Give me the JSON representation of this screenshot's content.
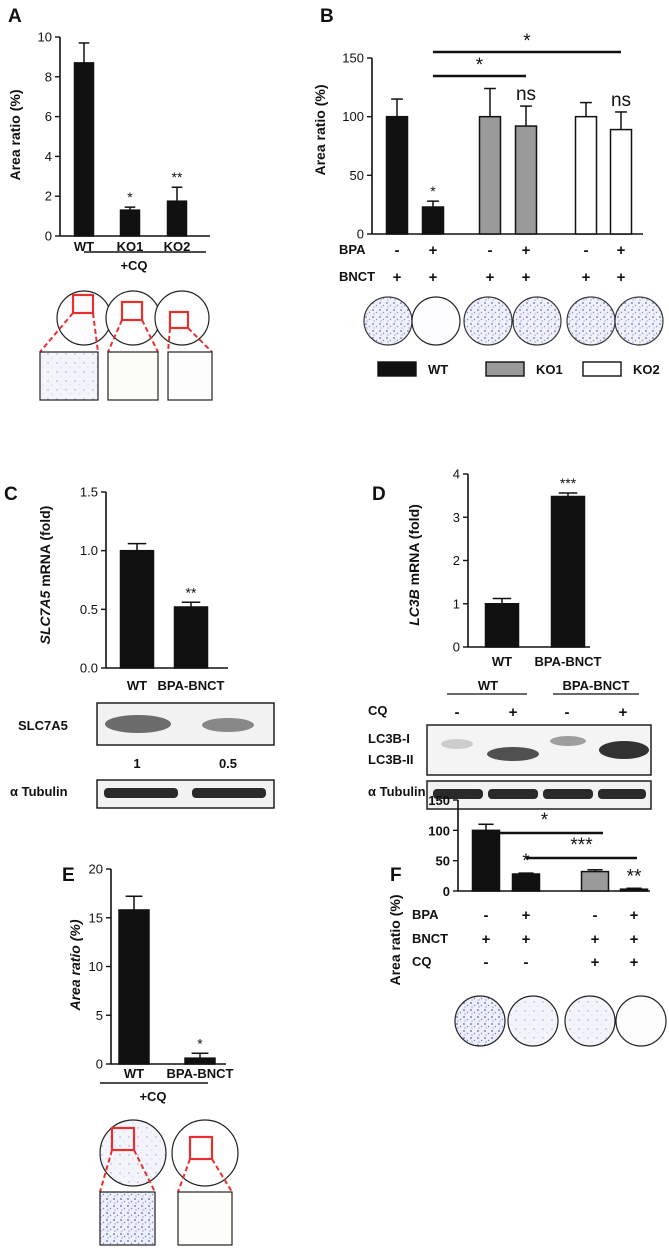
{
  "panels": {
    "A": {
      "label": "A",
      "chart_data": {
        "type": "bar",
        "categories": [
          "WT",
          "KO1",
          "KO2"
        ],
        "values": [
          8.7,
          1.3,
          1.75
        ],
        "errors": [
          1.0,
          0.15,
          0.7
        ],
        "significance": [
          "",
          "*",
          "**"
        ],
        "ylabel": "Area ratio (%)",
        "ylim": [
          0,
          10
        ],
        "yticks": [
          0,
          2,
          4,
          6,
          8,
          10
        ],
        "ytick_labels": [
          "0",
          "2",
          "4",
          "6",
          "8",
          "10"
        ],
        "treatment_label": "+CQ",
        "bar_colors": [
          "#111111",
          "#111111",
          "#111111"
        ]
      }
    },
    "B": {
      "label": "B",
      "chart_data": {
        "type": "bar",
        "categories": [
          "WT -BPA",
          "WT +BPA",
          "KO1 -BPA",
          "KO1 +BPA",
          "KO2 -BPA",
          "KO2 +BPA"
        ],
        "values": [
          100,
          23,
          100,
          92,
          100,
          89
        ],
        "errors": [
          15,
          5,
          24,
          17,
          12,
          15
        ],
        "significance": [
          "",
          "*",
          "",
          "ns",
          "",
          "ns"
        ],
        "ylabel": "Area ratio (%)",
        "ylim": [
          0,
          150
        ],
        "yticks": [
          0,
          50,
          100,
          150
        ],
        "ytick_labels": [
          "0",
          "50",
          "100",
          "150"
        ],
        "bracket_labels": [
          "*",
          "*"
        ],
        "rows": [
          {
            "label": "BPA",
            "signs": [
              "-",
              "+",
              "-",
              "+",
              "-",
              "+"
            ]
          },
          {
            "label": "BNCT",
            "signs": [
              "+",
              "+",
              "+",
              "+",
              "+",
              "+"
            ]
          }
        ],
        "legend": [
          {
            "name": "WT",
            "color": "#111111"
          },
          {
            "name": "KO1",
            "color": "#9a9a9a"
          },
          {
            "name": "KO2",
            "color": "#ffffff"
          }
        ]
      }
    },
    "C": {
      "label": "C",
      "chart_data": {
        "type": "bar",
        "categories": [
          "WT",
          "BPA-BNCT"
        ],
        "values": [
          1.0,
          0.52
        ],
        "errors": [
          0.06,
          0.04
        ],
        "significance": [
          "",
          "**"
        ],
        "ylabel_gene": "SLC7A5",
        "ylabel_rest": " mRNA (fold)",
        "ylim": [
          0,
          1.5
        ],
        "yticks": [
          0,
          0.5,
          1.0,
          1.5
        ],
        "ytick_labels": [
          "0.0",
          "0.5",
          "1.0",
          "1.5"
        ]
      },
      "blot": {
        "protein": "SLC7A5",
        "quant": [
          "1",
          "0.5"
        ],
        "loading": "α Tubulin"
      }
    },
    "D": {
      "label": "D",
      "chart_data": {
        "type": "bar",
        "categories": [
          "WT",
          "BPA-BNCT"
        ],
        "values": [
          1.0,
          3.48
        ],
        "errors": [
          0.12,
          0.08
        ],
        "significance": [
          "",
          "***"
        ],
        "ylabel_gene": "LC3B",
        "ylabel_rest": " mRNA (fold)",
        "ylim": [
          0,
          4
        ],
        "yticks": [
          0,
          1,
          2,
          3,
          4
        ],
        "ytick_labels": [
          "0",
          "1",
          "2",
          "3",
          "4"
        ]
      },
      "blot": {
        "groups": [
          "WT",
          "BPA-BNCT"
        ],
        "cq_label": "CQ",
        "cq_signs": [
          "-",
          "+",
          "-",
          "+"
        ],
        "band1": "LC3B-I",
        "band2": "LC3B-II",
        "loading": "α Tubulin"
      }
    },
    "E": {
      "label": "E",
      "chart_data": {
        "type": "bar",
        "categories": [
          "WT",
          "BPA-BNCT"
        ],
        "values": [
          15.8,
          0.6
        ],
        "errors": [
          1.4,
          0.5
        ],
        "significance": [
          "",
          "*"
        ],
        "ylabel": "Area ratio (%)",
        "ylim": [
          0,
          20
        ],
        "yticks": [
          0,
          5,
          10,
          15,
          20
        ],
        "ytick_labels": [
          "0",
          "5",
          "10",
          "15",
          "20"
        ],
        "treatment_label": "+CQ"
      }
    },
    "F": {
      "label": "F",
      "chart_data": {
        "type": "bar",
        "categories": [
          "1",
          "2",
          "3",
          "4"
        ],
        "values": [
          100,
          28,
          32,
          3
        ],
        "errors": [
          10,
          1.5,
          3,
          1.5
        ],
        "significance": [
          "",
          "*",
          "",
          "**"
        ],
        "bar_colors": [
          "#111111",
          "#111111",
          "#9a9a9a",
          "#111111"
        ],
        "ylabel": "Area ratio (%)",
        "ylim": [
          0,
          150
        ],
        "yticks": [
          0,
          50,
          100,
          150
        ],
        "ytick_labels": [
          "0",
          "50",
          "100",
          "150"
        ],
        "bracket_labels": [
          "*",
          "***"
        ],
        "rows": [
          {
            "label": "BPA",
            "signs": [
              "-",
              "+",
              "-",
              "+"
            ]
          },
          {
            "label": "BNCT",
            "signs": [
              "+",
              "+",
              "+",
              "+"
            ]
          },
          {
            "label": "CQ",
            "signs": [
              "-",
              "-",
              "+",
              "+"
            ]
          }
        ]
      }
    }
  }
}
